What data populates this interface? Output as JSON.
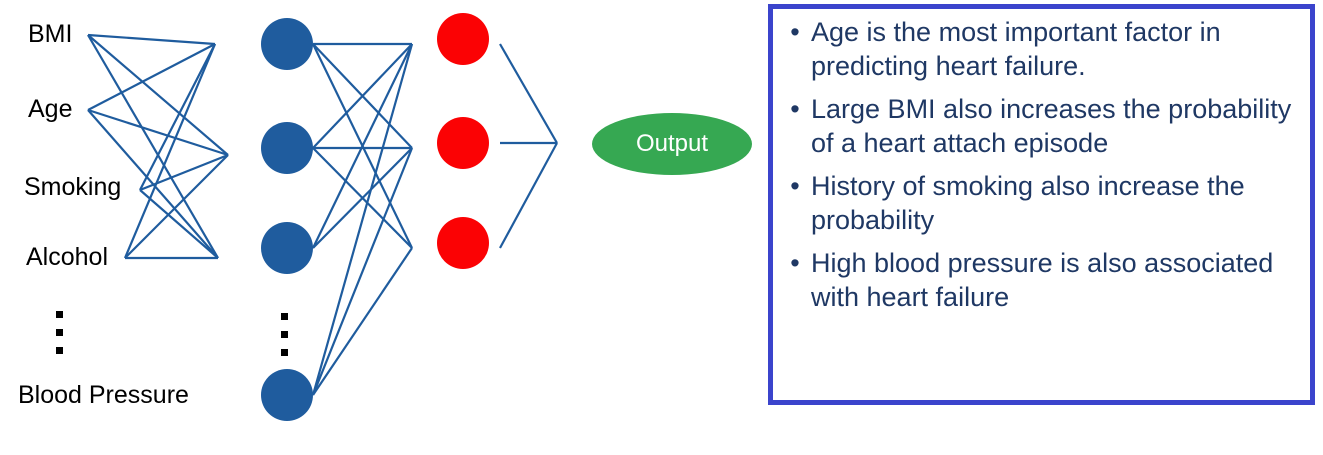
{
  "diagram": {
    "type": "neural-network",
    "input_layer": {
      "labels": [
        "BMI",
        "Age",
        "Smoking",
        "Alcohol",
        "Blood Pressure"
      ],
      "ellipsis": "vertical-dots"
    },
    "hidden_layer": {
      "node_count": 4,
      "node_color": "#1F5C9E",
      "ellipsis": "vertical-dots"
    },
    "output_layer": {
      "node_count": 3,
      "node_color": "#FB0204"
    },
    "output_node": {
      "label": "Output",
      "fill_color": "#36A852",
      "text_color": "#FFFFFF"
    },
    "edge_color": "#1F5C9E"
  },
  "notes": {
    "border_color": "#3B44CC",
    "text_color": "#1F3864",
    "bullet_glyph": "•",
    "items": [
      "Age is the most important factor in predicting heart failure.",
      "Large BMI also increases the probability of a heart attach episode",
      "History of smoking also increase the probability",
      "High blood pressure is also associated with heart failure"
    ]
  }
}
